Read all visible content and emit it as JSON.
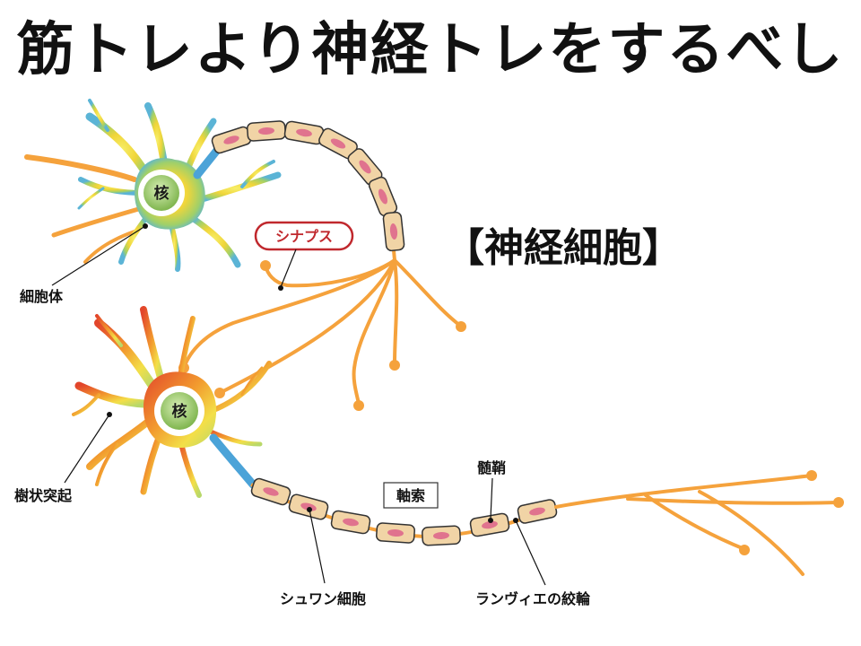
{
  "title": "筋トレより神経トレをするべし",
  "diagram_heading": "【神経細胞】",
  "labels": {
    "synapse": "シナプス",
    "cell_body": "細胞体",
    "nucleus_top": "核",
    "nucleus_bottom": "核",
    "dendrite": "樹状突起",
    "axon": "軸索",
    "myelin": "髄鞘",
    "schwann": "シュワン細胞",
    "ranvier": "ランヴィエの絞輪"
  },
  "colors": {
    "axon_orange": "#f5a23c",
    "myelin_fill": "#f1d4a6",
    "myelin_nucleus": "#e0738e",
    "synapse_red": "#c0282d",
    "nucleus_green": "#8cc35a",
    "axon_hillock": "#4ba3d8"
  }
}
